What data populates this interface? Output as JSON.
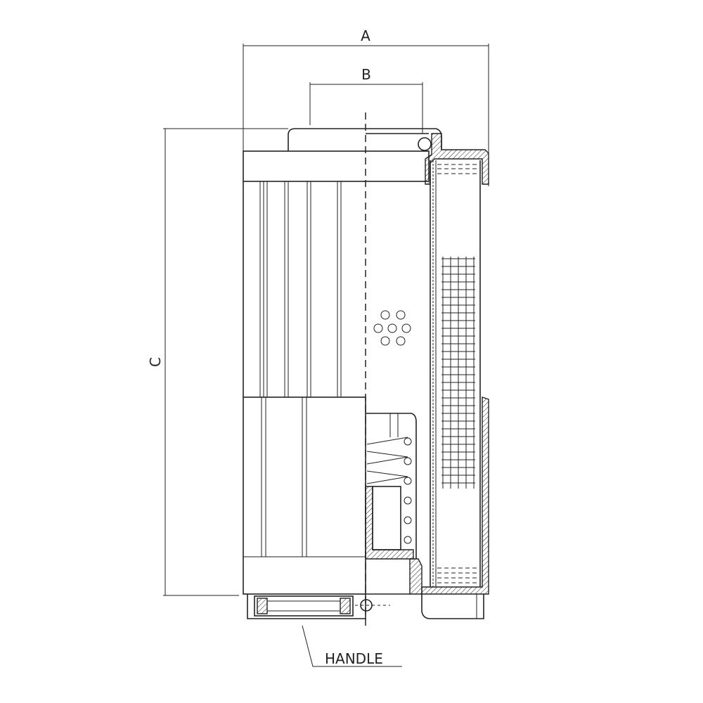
{
  "drawing": {
    "dimension_labels": {
      "a": "A",
      "b": "B",
      "c": "C"
    },
    "callout": "HANDLE",
    "colors": {
      "line": "#222222",
      "background": "#ffffff"
    }
  }
}
